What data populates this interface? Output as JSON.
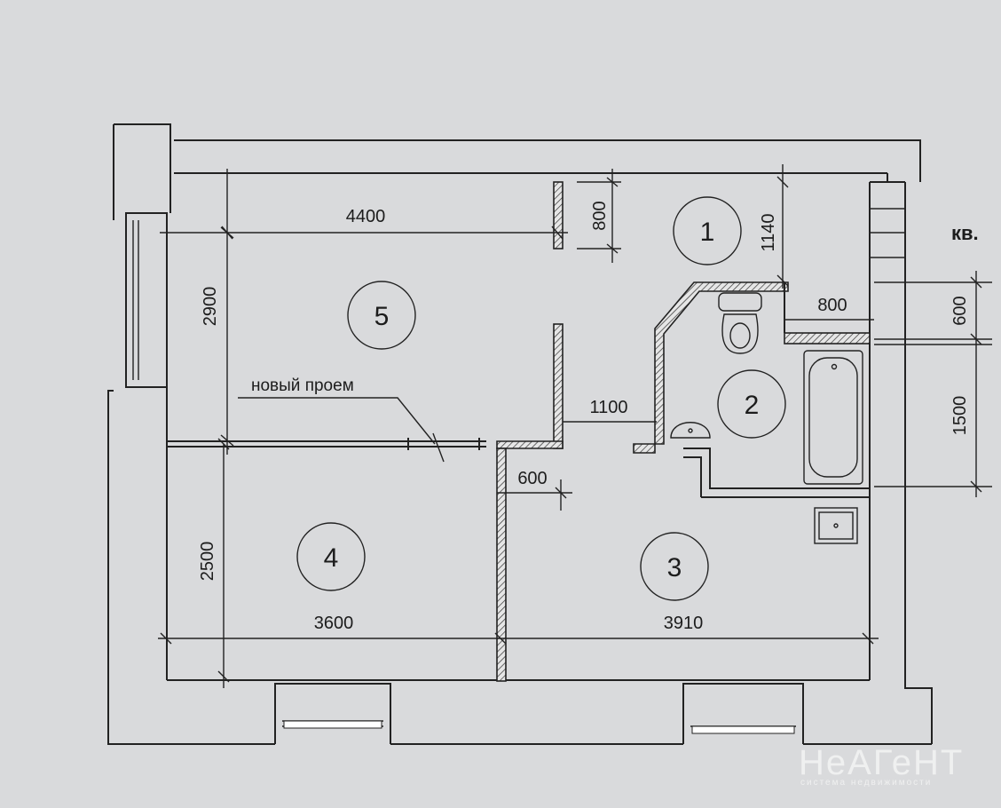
{
  "plan": {
    "apartment_label": "кв.",
    "note": "новый проем",
    "dimensions": {
      "d4400": "4400",
      "d800_top": "800",
      "d1140": "1140",
      "d2900": "2900",
      "d800_bath": "800",
      "d600_right": "600",
      "d1500": "1500",
      "d1100": "1100",
      "d600_mid": "600",
      "d2500": "2500",
      "d3600": "3600",
      "d3910": "3910"
    },
    "rooms": [
      {
        "number": "1"
      },
      {
        "number": "2"
      },
      {
        "number": "3"
      },
      {
        "number": "4"
      },
      {
        "number": "5"
      }
    ]
  },
  "watermark": {
    "brand": "НеАГеНТ",
    "tagline": "система недвижимости"
  }
}
